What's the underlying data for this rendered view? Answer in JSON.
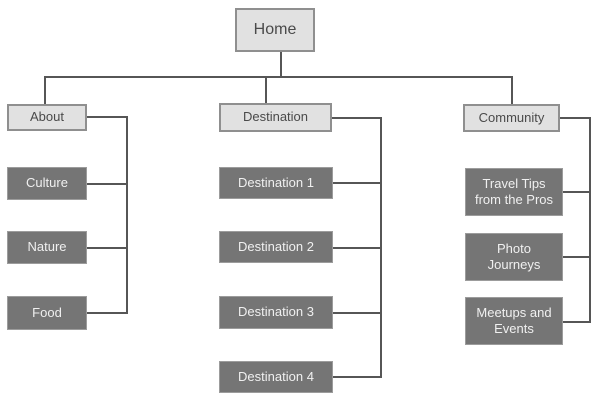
{
  "colors": {
    "background": "#ffffff",
    "node_light_fill": "#e1e1e1",
    "node_light_border": "#8f8f8f",
    "node_dark_fill": "#757575",
    "node_dark_border": "#9c9c9c",
    "connector": "#565656",
    "text_light_node": "#4a4a4a",
    "text_dark_node": "#f0f0f0"
  },
  "sitemap": {
    "home": {
      "label": "Home"
    },
    "sections": [
      {
        "label": "About",
        "children": [
          {
            "label": "Culture"
          },
          {
            "label": "Nature"
          },
          {
            "label": "Food"
          }
        ]
      },
      {
        "label": "Destination",
        "children": [
          {
            "label": "Destination 1"
          },
          {
            "label": "Destination 2"
          },
          {
            "label": "Destination 3"
          },
          {
            "label": "Destination 4"
          }
        ]
      },
      {
        "label": "Community",
        "children": [
          {
            "label": "Travel Tips from the Pros"
          },
          {
            "label": "Photo Journeys"
          },
          {
            "label": "Meetups and Events"
          }
        ]
      }
    ]
  }
}
